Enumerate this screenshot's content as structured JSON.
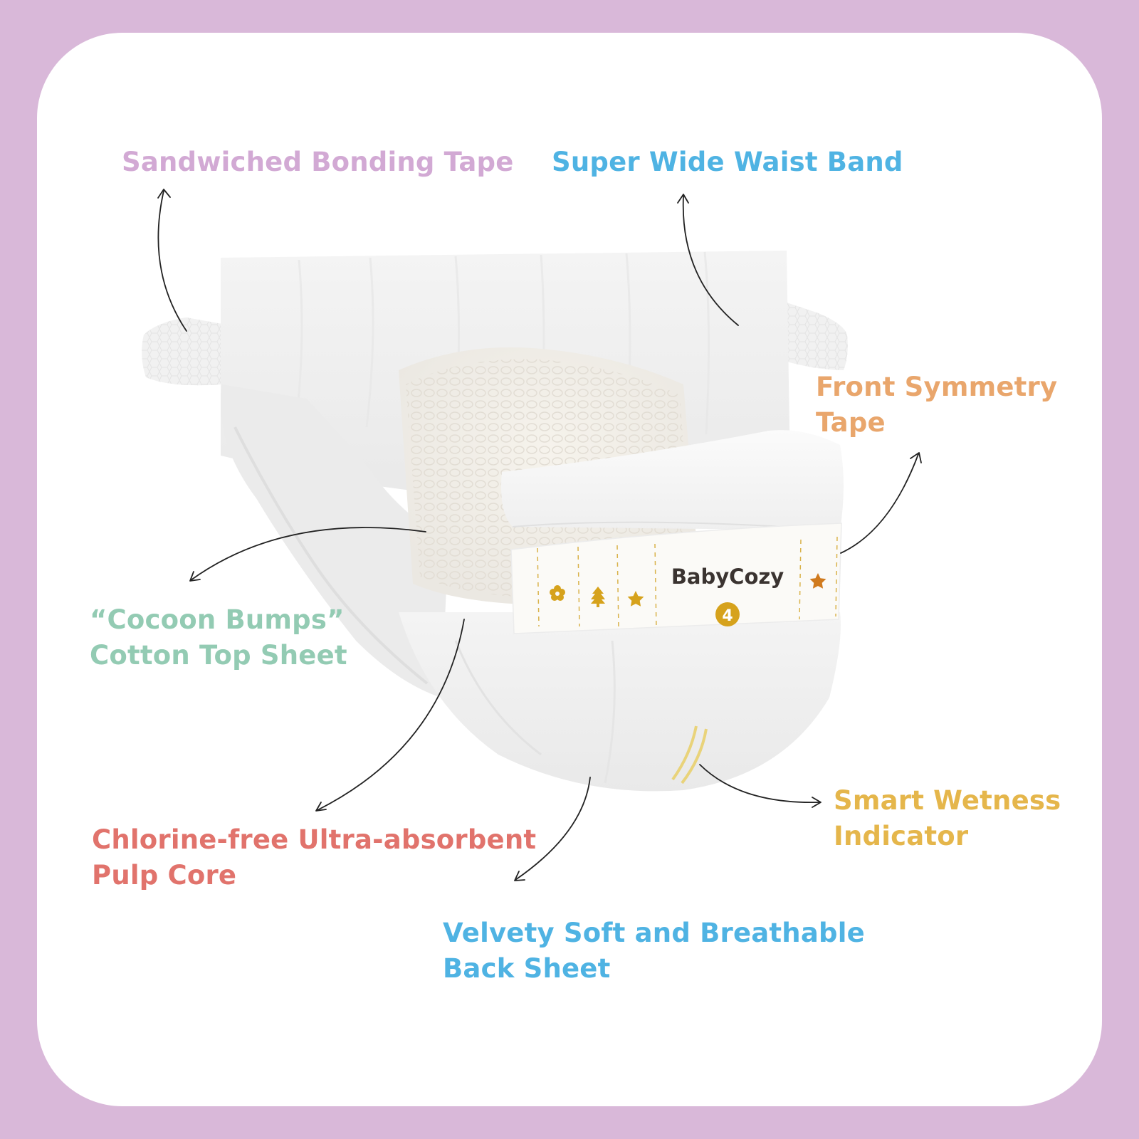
{
  "colors": {
    "frame": "#d9b8d9",
    "card": "#ffffff",
    "pink": "#d2a9d4",
    "blue": "#4fb3e3",
    "orange": "#e9a66c",
    "green": "#93cbb3",
    "red": "#e1736c",
    "yellow": "#e5b64b",
    "arrow": "#222222",
    "gold": "#d6a21c"
  },
  "labels": {
    "tape": {
      "text": "Sandwiched Bonding Tape"
    },
    "waist": {
      "text": "Super Wide Waist Band"
    },
    "front": {
      "line1": "Front Symmetry",
      "line2": "Tape"
    },
    "cocoon": {
      "line1": "“Cocoon Bumps”",
      "line2": "Cotton Top Sheet"
    },
    "core": {
      "line1": "Chlorine-free Ultra-absorbent",
      "line2": "Pulp Core"
    },
    "wetness": {
      "line1": "Smart Wetness",
      "line2": "Indicator"
    },
    "back": {
      "line1": "Velvety Soft and Breathable",
      "line2": "Back Sheet"
    }
  },
  "product": {
    "brand": "BabyCozy",
    "size": "4",
    "icons": [
      "flower-icon",
      "tree-icon",
      "star-icon",
      "star-icon"
    ]
  }
}
